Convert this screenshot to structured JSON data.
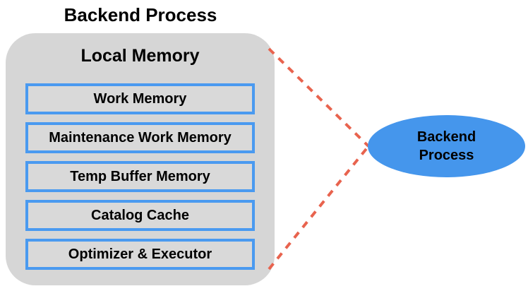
{
  "title": "Backend Process",
  "local_memory": {
    "heading": "Local Memory",
    "boxes": [
      {
        "label": "Work Memory"
      },
      {
        "label": "Maintenance Work Memory"
      },
      {
        "label": "Temp Buffer Memory"
      },
      {
        "label": "Catalog Cache"
      },
      {
        "label": "Optimizer & Executor"
      }
    ]
  },
  "backend_process_node": {
    "label": "Backend\nProcess",
    "shape": "ellipse"
  },
  "connectors": {
    "style": "dashed",
    "from": "local-memory-group-right-corners",
    "to": "backend-process-node-left-tip"
  },
  "colors": {
    "container_bg": "#d6d6d6",
    "box_bg": "#d9d9d9",
    "box_border": "#4a9af0",
    "ellipse_fill": "#4596ec",
    "dash_line": "#e8634e",
    "text": "#000000",
    "page_bg": "#ffffff"
  }
}
